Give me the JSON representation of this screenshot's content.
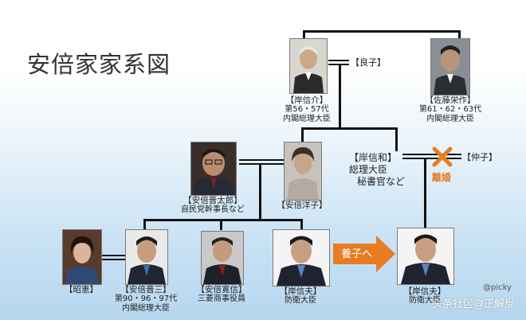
{
  "title": "安倍家家系図",
  "people": {
    "kishi_nobusuke": {
      "name": "【岸信介】",
      "lines": [
        "第56・57代",
        "内閣総理大臣"
      ]
    },
    "sato_eisaku": {
      "name": "【佐藤栄作】",
      "lines": [
        "第61・62・63代",
        "内閣総理大臣"
      ]
    },
    "abe_shintaro": {
      "name": "【安倍晋太郎】",
      "lines": [
        "自民党幹事長など"
      ]
    },
    "abe_yoko": {
      "name": "【安倍洋子】",
      "lines": []
    },
    "kishi_nobukazu": {
      "name": "【岸信和】",
      "lines": [
        "総理大臣",
        "秘書官など"
      ]
    },
    "akie": {
      "name": "【昭恵】",
      "lines": []
    },
    "abe_shinzo": {
      "name": "【安倍晋三】",
      "lines": [
        "第90・96・97代",
        "内閣総理大臣"
      ]
    },
    "abe_hironobu": {
      "name": "【安倍寛信】",
      "lines": [
        "三菱商事役員"
      ]
    },
    "kishi_nobuo": {
      "name": "【岸信夫】",
      "lines": [
        "防衛大臣"
      ]
    },
    "kishi_nobuo_adopted": {
      "name": "【岸信夫】",
      "lines": [
        "防衛大臣"
      ]
    }
  },
  "spouses": {
    "yoshiko": "【良子】",
    "nakako": "【仲子】"
  },
  "adoption_label": "養子へ",
  "divorce_label": "離婚",
  "picky_label": "@picky",
  "watermark": "头条社区@正解局",
  "colors": {
    "accent_orange": "#e87c22",
    "line": "#111111"
  }
}
